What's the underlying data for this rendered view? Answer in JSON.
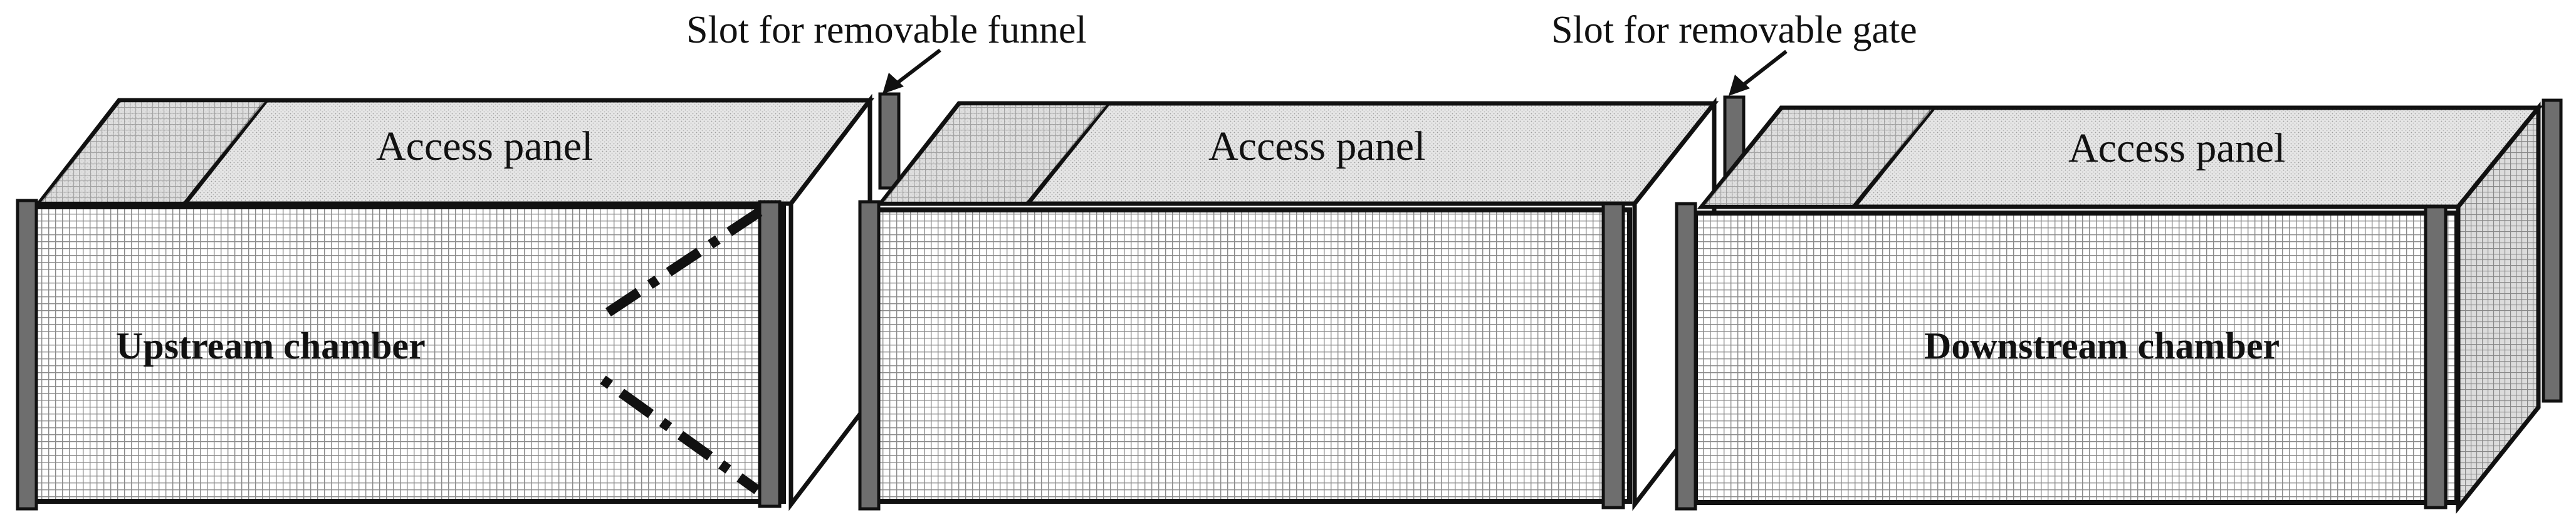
{
  "callouts": {
    "funnel_slot": "Slot for removable funnel",
    "gate_slot": "Slot for removable gate"
  },
  "chambers": [
    {
      "access_panel": "Access panel",
      "label": "Upstream chamber"
    },
    {
      "access_panel": "Access panel",
      "label": ""
    },
    {
      "access_panel": "Access panel",
      "label": "Downstream chamber"
    }
  ],
  "colors": {
    "outline": "#111111",
    "mesh_line": "#8a8a8a",
    "mesh_fill": "#ffffff",
    "top_fill": "#e4e4e4",
    "frame_post": "#6e6e6e",
    "funnel_dash": "#111111"
  }
}
